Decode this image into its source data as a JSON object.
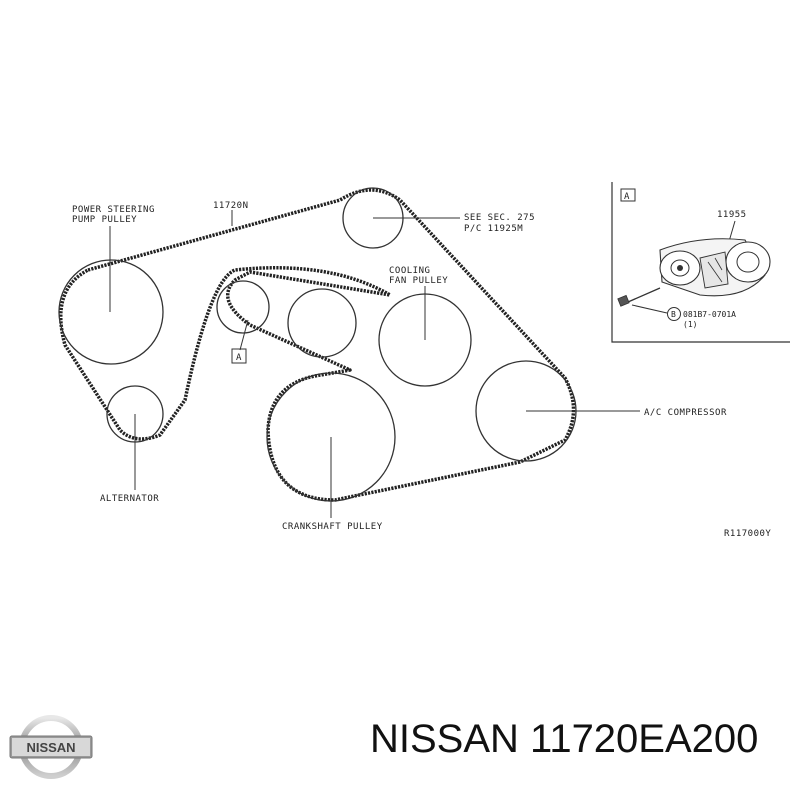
{
  "diagram": {
    "labels": {
      "power_steering": "POWER STEERING",
      "power_steering_2": "PUMP PULLEY",
      "belt_part": "11720N",
      "see_sec_1": "SEE SEC. 275",
      "see_sec_2": "P/C 11925M",
      "cooling_1": "COOLING",
      "cooling_2": "FAN PULLEY",
      "ac_compressor": "A/C COMPRESSOR",
      "alternator": "ALTERNATOR",
      "crankshaft": "CRANKSHAFT PULLEY",
      "ref_code": "R117000Y",
      "marker_a": "A"
    },
    "inset": {
      "marker": "A",
      "part_number": "11955",
      "bolt_ref": "B",
      "bolt_part": "081B7-0701A",
      "bolt_qty": "(1)"
    }
  },
  "footer": {
    "brand_logo": "NISSAN",
    "part_title": "NISSAN 11720EA200"
  }
}
